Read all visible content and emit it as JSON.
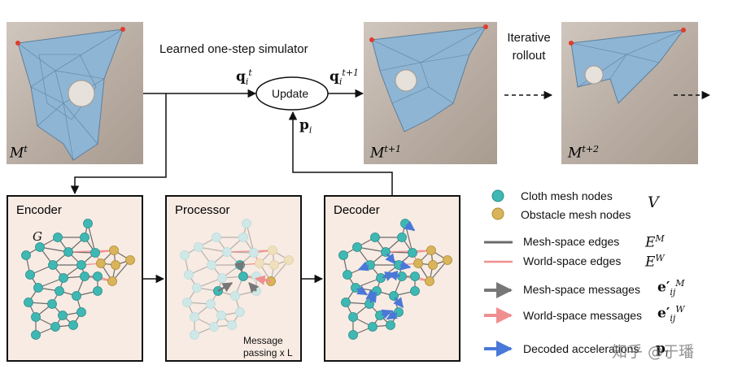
{
  "top": {
    "simulator_title": "Learned one-step simulator",
    "update_label": "Update",
    "rollout_label_line1": "Iterative",
    "rollout_label_line2": "rollout",
    "q_in": {
      "base": "q",
      "sub": "i",
      "sup": "t"
    },
    "q_out": {
      "base": "q",
      "sub": "i",
      "sup": "t+1"
    },
    "p_in": {
      "base": "p",
      "sub": "i"
    },
    "panels": [
      {
        "base": "M",
        "sup": "t"
      },
      {
        "base": "M",
        "sup": "t+1"
      },
      {
        "base": "M",
        "sup": "t+2"
      }
    ]
  },
  "boxes": {
    "encoder_title": "Encoder",
    "graph_label": "G",
    "processor_title": "Processor",
    "message_passing_line1": "Message",
    "message_passing_line2": "passing x L",
    "decoder_title": "Decoder"
  },
  "legend": {
    "cloth_nodes": "Cloth mesh nodes",
    "obstacle_nodes": "Obstacle mesh nodes",
    "node_symbol": "V",
    "mesh_edges": "Mesh-space edges",
    "mesh_edges_symbol": {
      "base": "E",
      "sup": "M"
    },
    "world_edges": "World-space edges",
    "world_edges_symbol": {
      "base": "E",
      "sup": "W"
    },
    "mesh_messages": "Mesh-space messages",
    "mesh_messages_symbol": {
      "base": "e′",
      "sub": "ij",
      "sup": "M"
    },
    "world_messages": "World-space messages",
    "world_messages_symbol": {
      "base": "e′",
      "sub": "ij",
      "sup": "W"
    },
    "decoded": "Decoded accelerations",
    "decoded_symbol": {
      "base": "p",
      "sub": "i"
    }
  },
  "watermark": "知乎 @于璠",
  "colors": {
    "cloth_node": "#3fb8b4",
    "obstacle_node": "#d9b45a",
    "mesh_edge": "#6b6b6b",
    "world_edge": "#ef8f8f",
    "mesh_message": "#777777",
    "world_message": "#f08f8f",
    "decoded_arrow": "#4a78d8",
    "box_fill": "#f7ebe3",
    "cloth_fill": "#8fb5d4"
  }
}
